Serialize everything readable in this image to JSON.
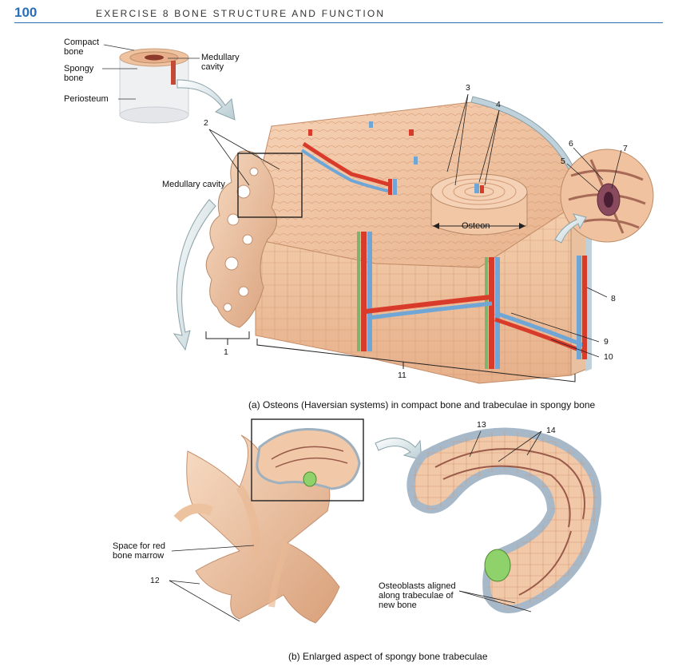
{
  "header": {
    "page_number": "100",
    "title": "EXERCISE 8  BONE STRUCTURE AND FUNCTION"
  },
  "panel_a": {
    "inset_labels": {
      "compact_bone": "Compact\nbone",
      "spongy_bone": "Spongy\nbone",
      "medullary_cavity": "Medullary\ncavity",
      "periosteum": "Periosteum"
    },
    "medullary_cavity_label": "Medullary cavity",
    "osteon_label": "Osteon",
    "numbers": [
      "1",
      "2",
      "3",
      "4",
      "5",
      "6",
      "7",
      "8",
      "9",
      "10",
      "11"
    ],
    "caption": "(a) Osteons (Haversian systems) in compact bone and trabeculae in spongy bone"
  },
  "panel_b": {
    "space_label": "Space for red\nbone marrow",
    "osteoblast_label": "Osteoblasts aligned\nalong trabeculae of\nnew bone",
    "numbers": [
      "12",
      "13",
      "14"
    ],
    "caption": "(b) Enlarged aspect of spongy bone trabeculae"
  },
  "colors": {
    "accent": "#2a6fb6",
    "bone": "#f2c9a8",
    "bone_dark": "#d9a07a",
    "artery": "#d93b2b",
    "vein": "#6fa6d6",
    "nerve": "#7fb26a",
    "osteoblast": "#b9c7d6",
    "osteoclast": "#8fd16a"
  }
}
